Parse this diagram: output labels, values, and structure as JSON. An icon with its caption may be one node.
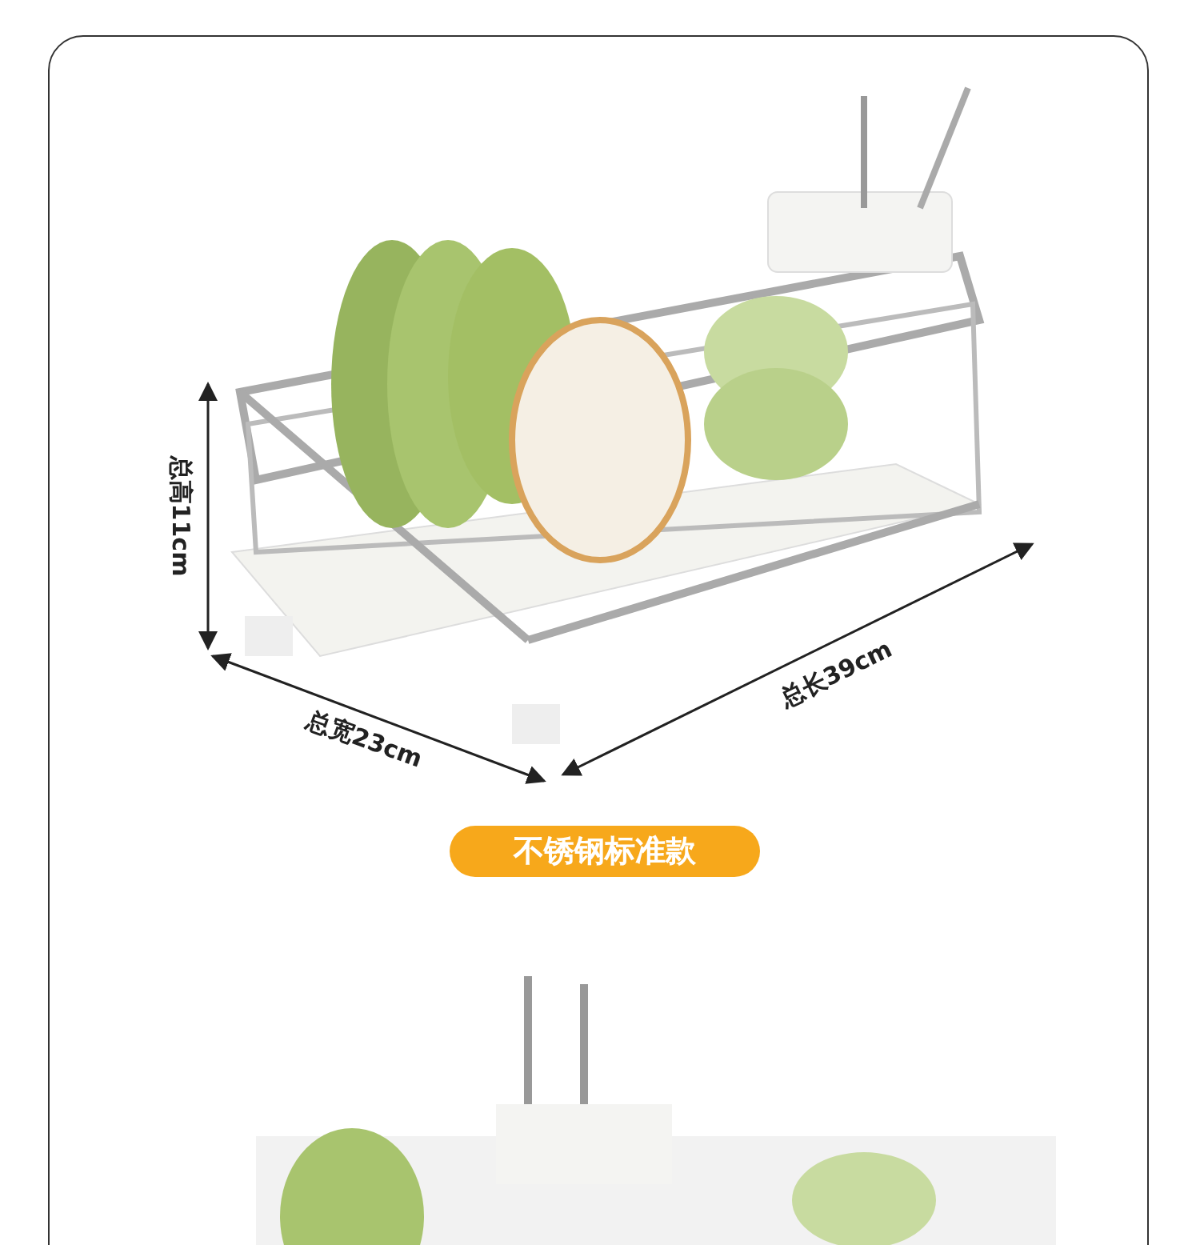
{
  "diagram": {
    "nodes": [
      {
        "text": [
          "不锈钢标准款"
        ]
      }
    ],
    "labels": [
      "总高11cm",
      "总宽23cm",
      "总长39cm"
    ]
  }
}
